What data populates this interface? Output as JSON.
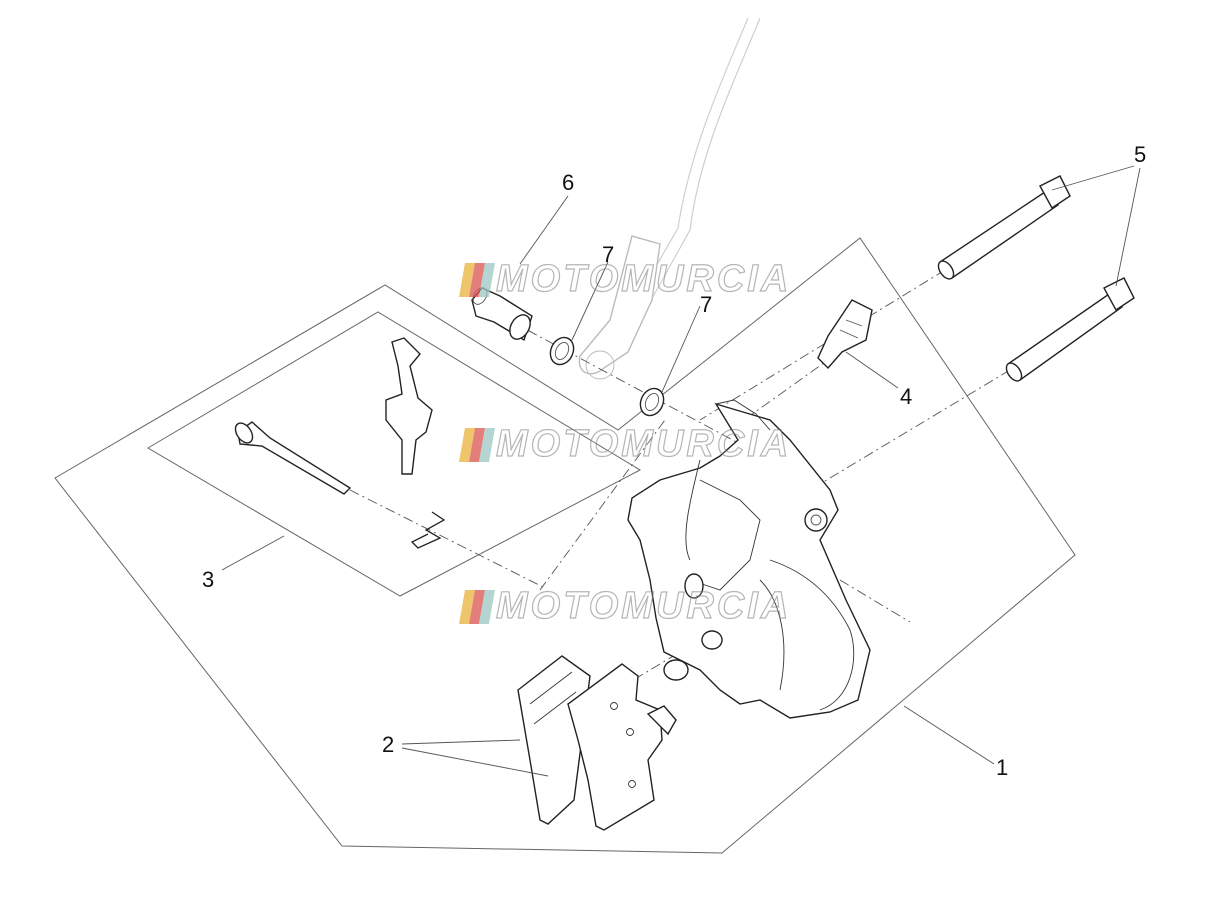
{
  "callouts": [
    {
      "id": "1",
      "label": "1"
    },
    {
      "id": "2",
      "label": "2"
    },
    {
      "id": "3",
      "label": "3"
    },
    {
      "id": "4",
      "label": "4"
    },
    {
      "id": "5",
      "label": "5"
    },
    {
      "id": "6",
      "label": "6"
    },
    {
      "id": "7a",
      "label": "7"
    },
    {
      "id": "7b",
      "label": "7"
    }
  ],
  "watermark": {
    "text": "MOTOMURCIA",
    "flag_colors": [
      "#e8b23a",
      "#d9534f",
      "#9bc7c2"
    ]
  }
}
